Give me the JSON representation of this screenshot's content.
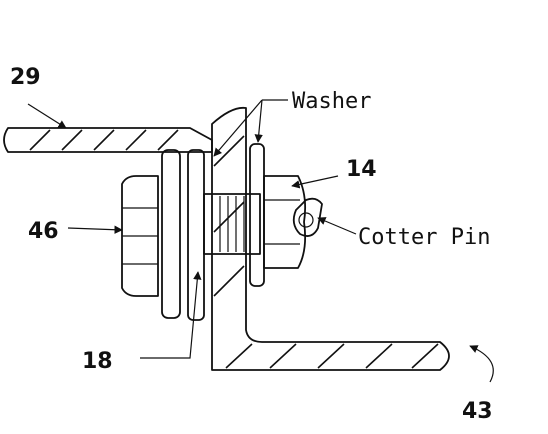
{
  "labels": {
    "part_29": "29",
    "part_46": "46",
    "part_14": "14",
    "part_18": "18",
    "part_43": "43",
    "washer": "Washer",
    "cotter_pin": "Cotter Pin"
  }
}
